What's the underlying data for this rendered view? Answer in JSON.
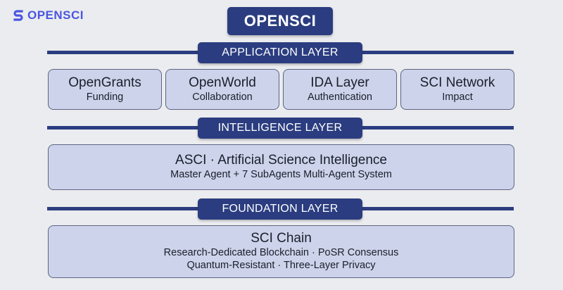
{
  "brand": {
    "name": "OPENSCI",
    "accent": "#4a55e0"
  },
  "title": "OPENSCI",
  "colors": {
    "navy": "#2b3d80",
    "card_fill": "#cdd3ea",
    "card_border": "#5b6584",
    "background": "#ebecef"
  },
  "application_layer": {
    "label": "APPLICATION LAYER",
    "modules": [
      {
        "name": "OpenGrants",
        "sub": "Funding"
      },
      {
        "name": "OpenWorld",
        "sub": "Collaboration"
      },
      {
        "name": "IDA Layer",
        "sub": "Authentication"
      },
      {
        "name": "SCI Network",
        "sub": "Impact"
      }
    ]
  },
  "intelligence_layer": {
    "label": "INTELLIGENCE LAYER",
    "name": "ASCI · Artificial Science Intelligence",
    "sub": "Master Agent + 7 SubAgents Multi-Agent System"
  },
  "foundation_layer": {
    "label": "FOUNDATION LAYER",
    "name": "SCI Chain",
    "sub1": "Research-Dedicated Blockchain · PoSR Consensus",
    "sub2": "Quantum-Resistant · Three-Layer Privacy"
  }
}
